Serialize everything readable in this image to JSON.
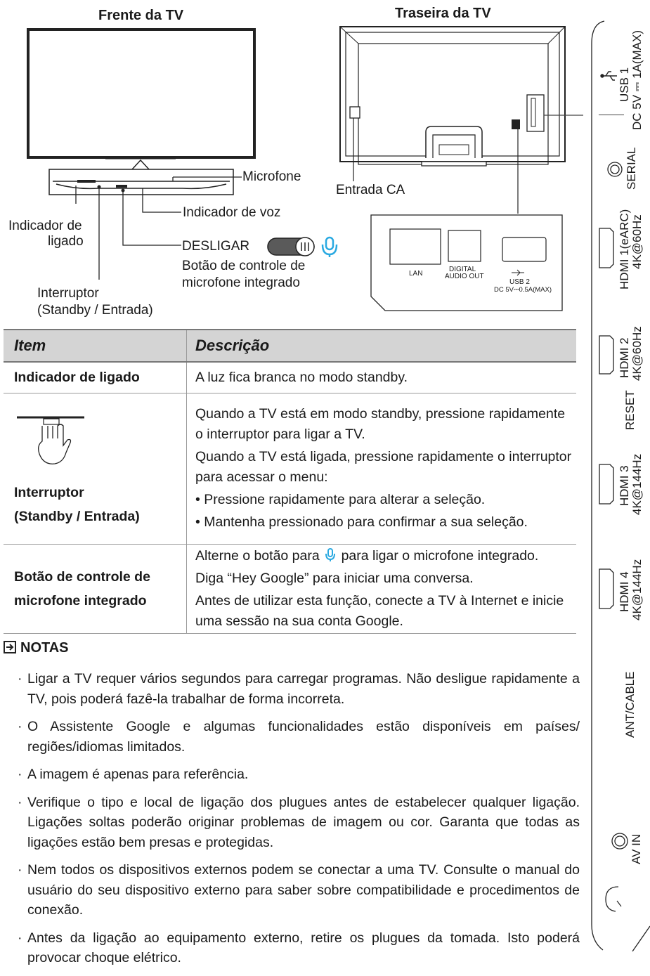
{
  "front": {
    "title": "Frente da TV",
    "microphone": "Microfone",
    "voice_indicator": "Indicador de voz",
    "power_indicator_l1": "Indicador de",
    "power_indicator_l2": "ligado",
    "mic_off": "DESLIGAR",
    "mic_button_l1": "Botão de controle de",
    "mic_button_l2": "microfone integrado",
    "switch_l1": "Interruptor",
    "switch_l2": "(Standby / Entrada)"
  },
  "back": {
    "title": "Traseira da TV",
    "ac_input": "Entrada CA",
    "lan": "LAN",
    "digital_l1": "DIGITAL",
    "digital_l2": "AUDIO OUT",
    "usb2": "USB 2",
    "usb2_spec": "DC 5V⎓0.5A(MAX)"
  },
  "side_ports": {
    "usb1": "USB 1",
    "usb1_spec": "DC 5V ⎓ 1A(MAX)",
    "serial": "SERIAL",
    "hdmi1": "HDMI 1(eARC)",
    "hdmi1_spec": "4K@60Hz",
    "hdmi2": "HDMI 2",
    "hdmi2_spec": "4K@60Hz",
    "reset": "RESET",
    "hdmi3": "HDMI 3",
    "hdmi3_spec": "4K@144Hz",
    "hdmi4": "HDMI 4",
    "hdmi4_spec": "4K@144Hz",
    "ant": "ANT/CABLE",
    "av_in": "AV IN"
  },
  "table": {
    "col_item": "Item",
    "col_desc": "Descrição",
    "row1_item": "Indicador de ligado",
    "row1_desc": "A luz fica branca no modo standby.",
    "row2_item_l1": "Interruptor",
    "row2_item_l2": "(Standby / Entrada)",
    "row2_d1": "Quando a TV está em modo standby, pressione rapidamente o interruptor para ligar a TV.",
    "row2_d2": "Quando a TV está ligada, pressione rapidamente o interruptor para acessar o menu:",
    "row2_d3": "• Pressione rapidamente para alterar a seleção.",
    "row2_d4": "• Mantenha pressionado para confirmar a sua seleção.",
    "row3_item_l1": "Botão de controle de",
    "row3_item_l2": "microfone integrado",
    "row3_d1_pre": "Alterne o botão para",
    "row3_d1_post": "para ligar o microfone integrado.",
    "row3_d2": "Diga “Hey Google” para iniciar uma conversa.",
    "row3_d3": "Antes de utilizar esta função, conecte a TV à Internet e inicie uma sessão na sua conta Google."
  },
  "notes": {
    "heading": "NOTAS",
    "items": [
      "Ligar a TV requer vários segundos para carregar programas. Não desligue rapidamente a TV, pois poderá fazê-la trabalhar de forma incorreta.",
      "O Assistente Google e algumas funcionalidades estão disponíveis em países/ regiões/idiomas limitados.",
      "A imagem é apenas para referência.",
      "Verifique o tipo e local de ligação dos plugues antes de estabelecer qualquer ligação. Ligações soltas poderão originar problemas de imagem ou cor. Garanta que todas as ligações estão bem presas e protegidas.",
      "Nem todos os dispositivos externos podem se conectar a uma TV. Consulte o manual do usuário do seu dispositivo externo para saber sobre compatibilidade e procedimentos de conexão.",
      "Antes da ligação ao equipamento externo, retire os plugues da tomada. Isto poderá provocar choque elétrico."
    ]
  },
  "colors": {
    "mic_icon": "#29a9e1",
    "header_bg": "#d4d4d4"
  }
}
